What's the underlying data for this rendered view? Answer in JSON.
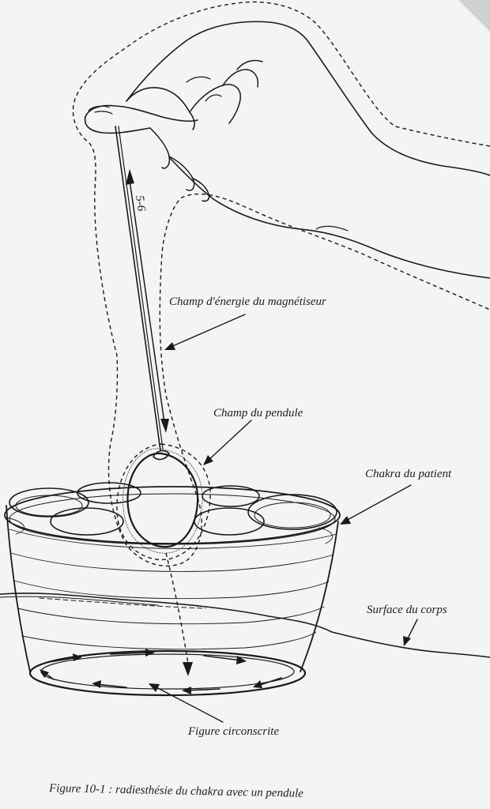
{
  "figure": {
    "labels": {
      "energy_field": "Champ d'énergie du magnétiseur",
      "pendulum_field": "Champ du pendule",
      "patient_chakra": "Chakra du patient",
      "body_surface": "Surface du corps",
      "traced_figure": "Figure circonscrite",
      "string_length": "5-6"
    },
    "caption": "Figure 10-1 : radiesthésie du chakra avec un pendule"
  }
}
